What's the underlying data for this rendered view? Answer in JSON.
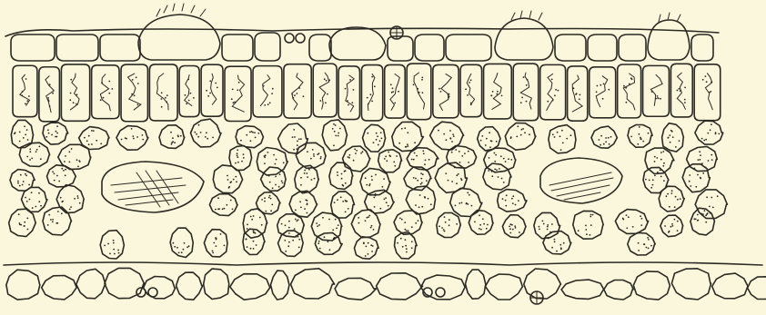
{
  "figure": {
    "background": "#fbf7dc",
    "ink": "#2b2a24",
    "layers": [
      "upper-epidermis",
      "palisade-mesophyll",
      "spongy-mesophyll",
      "lower-epidermis"
    ],
    "features": [
      "stomata",
      "crystal-cells",
      "glandular-hairs"
    ]
  }
}
